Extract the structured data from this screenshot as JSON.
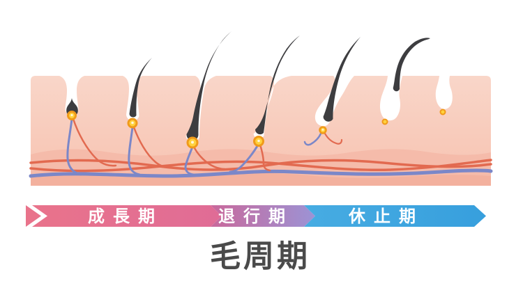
{
  "diagram": {
    "title": "毛周期",
    "phases": [
      {
        "name": "growth",
        "label": "成長期"
      },
      {
        "name": "regression",
        "label": "退行期"
      },
      {
        "name": "rest",
        "label": "休止期"
      }
    ],
    "follicle_stages": [
      "early-anagen",
      "anagen-growing",
      "full-anagen",
      "late-anagen",
      "catagen",
      "telogen-club-hair",
      "empty-after-shedding"
    ]
  },
  "colors": {
    "background": "#ffffff",
    "title_text": "#4a4a4a",
    "banner_text": "#ffffff",
    "phase_growth": "#e9738b",
    "phase_growth_deep": "#e06c96",
    "phase_regression_start": "#c9689b",
    "phase_regression_end": "#9c93d5",
    "phase_rest": "#47ace2",
    "phase_rest_deep": "#379fdd",
    "skin_surface": "#f9d6c9",
    "skin_deep": "#f6c3b1",
    "dermis_wave": "#f5bbaa",
    "dermis_lower": "#f3b19e",
    "hair": "#3d3d40",
    "follicle_canal": "#ffffff",
    "vessel_red": "#e26a50",
    "vessel_blue": "#7b87c8",
    "papilla_ring": "#f09a1a",
    "papilla_core": "#ffd23e"
  }
}
